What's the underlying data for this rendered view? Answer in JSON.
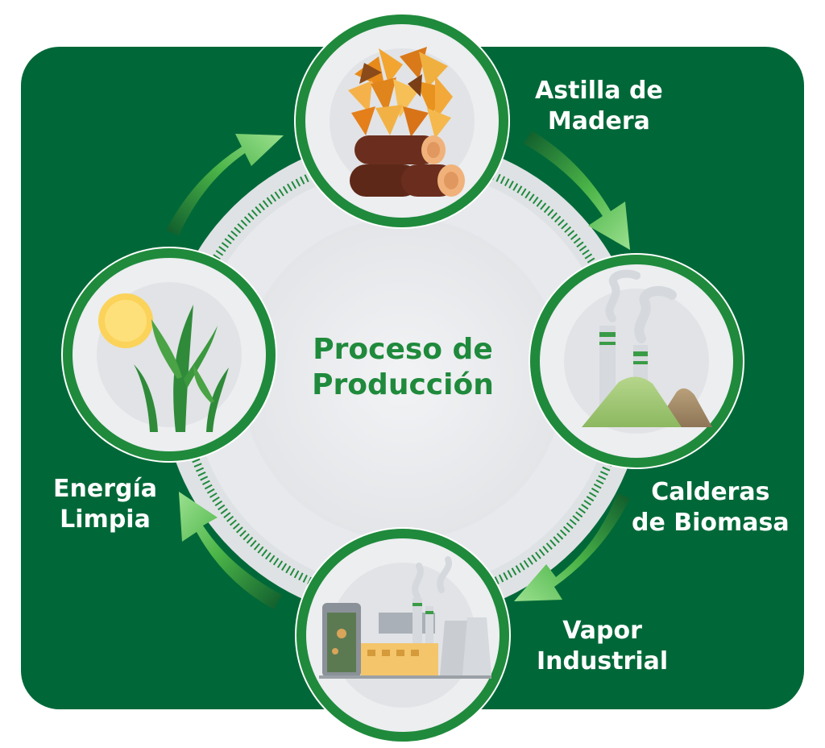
{
  "diagram": {
    "center_title": [
      "Proceso de",
      "Producción"
    ],
    "stages": [
      {
        "id": "astilla",
        "lines": [
          "Astilla de",
          "Madera"
        ],
        "icon": "wood-chips-logs-icon"
      },
      {
        "id": "calderas",
        "lines": [
          "Calderas",
          "de Biomasa"
        ],
        "icon": "biomass-boiler-icon"
      },
      {
        "id": "vapor",
        "lines": [
          "Vapor",
          "Industrial"
        ],
        "icon": "industrial-plant-icon"
      },
      {
        "id": "energia",
        "lines": [
          "Energía",
          "Limpia"
        ],
        "icon": "sun-plants-icon"
      }
    ],
    "colors": {
      "background": "#006838",
      "ring_green": "#1f8a3c",
      "arrow_light": "#8fdc8a",
      "arrow_dark": "#0e5a2c",
      "circle_fill": "#eceef0"
    }
  }
}
